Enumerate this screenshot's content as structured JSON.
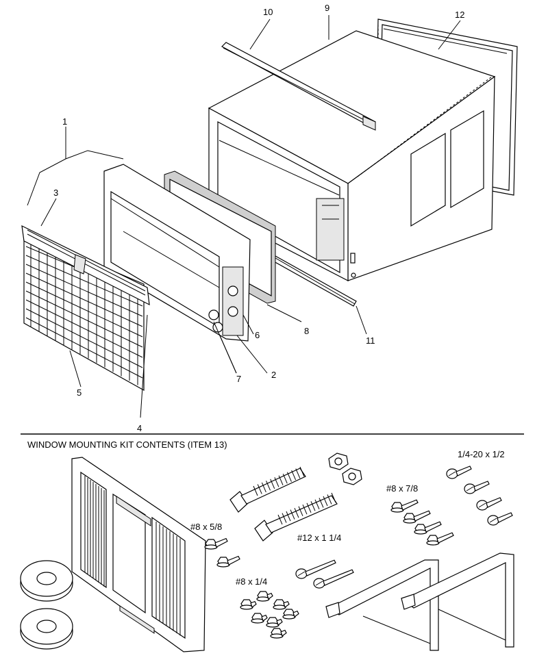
{
  "callouts": {
    "c1": "1",
    "c2": "2",
    "c3": "3",
    "c4": "4",
    "c5": "5",
    "c6": "6",
    "c7": "7",
    "c8": "8",
    "c9": "9",
    "c10": "10",
    "c11": "11",
    "c12": "12"
  },
  "kit": {
    "title": "WINDOW MOUNTING KIT CONTENTS (ITEM 13)",
    "sizes": {
      "s_1_4_20": "1/4-20 x 1/2",
      "s_8_7_8": "#8 x 7/8",
      "s_8_5_8": "#8 x 5/8",
      "s_12_1_1_4": "#12 x 1 1/4",
      "s_8_1_4": "#8 x 1/4"
    }
  }
}
